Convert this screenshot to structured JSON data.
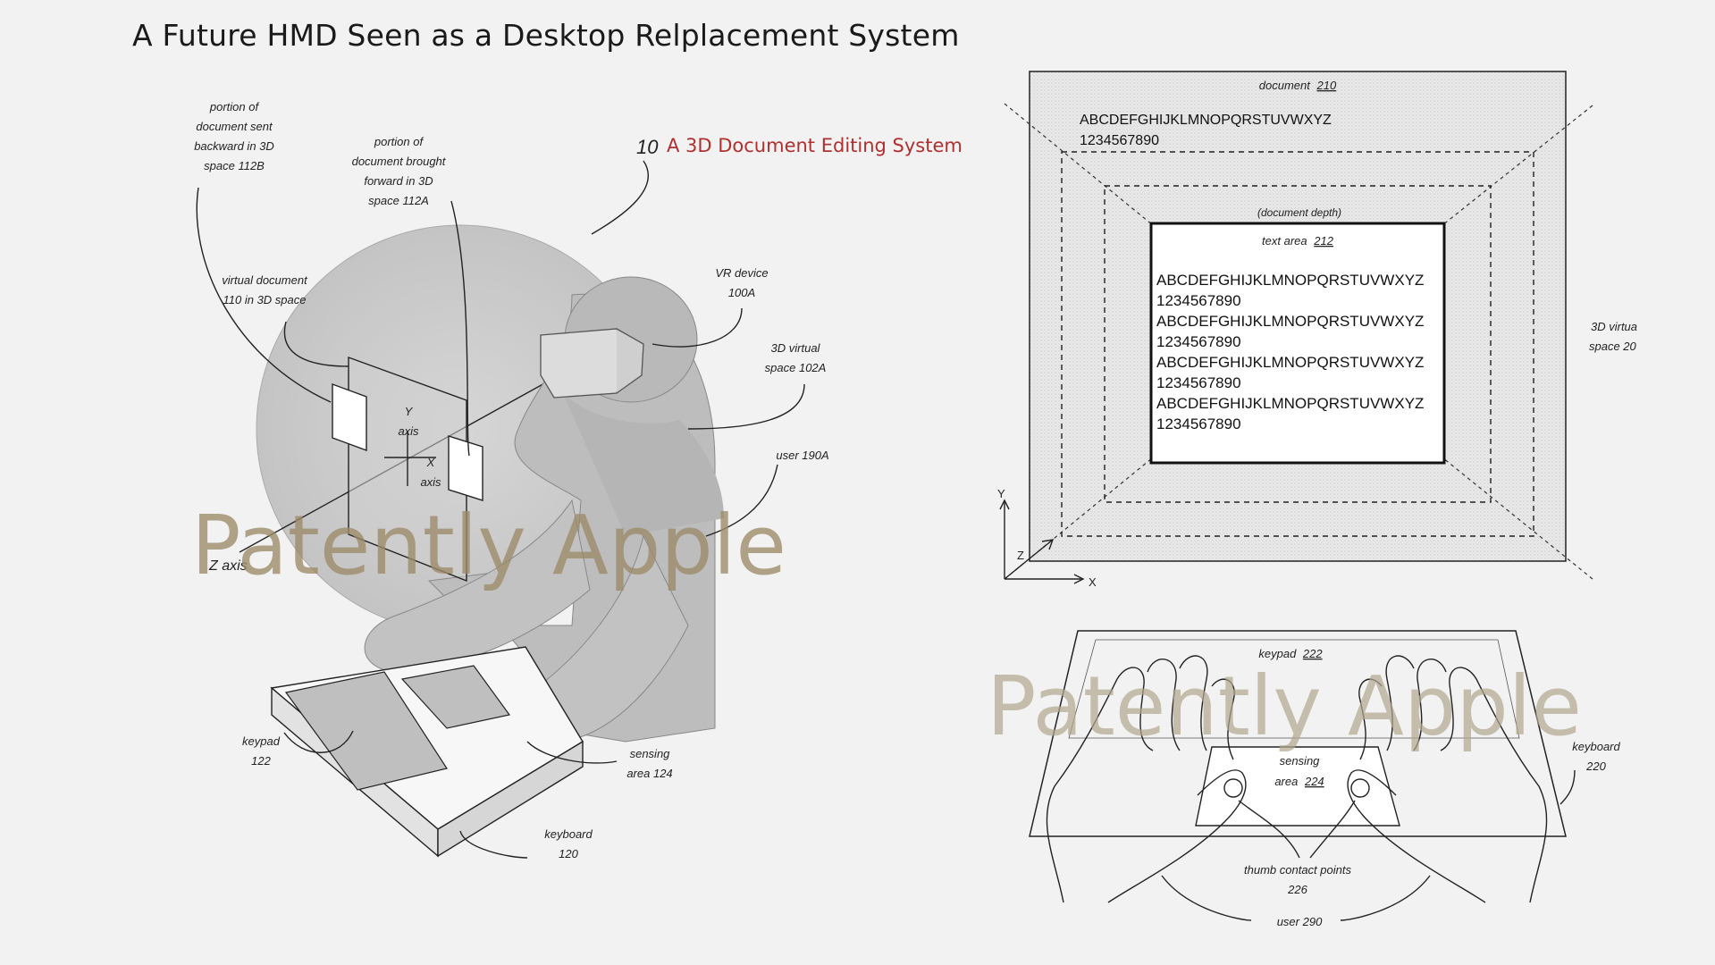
{
  "title": "A Future HMD Seen as a Desktop Relplacement System",
  "left_figure": {
    "ref_number": "10",
    "system_label": "A 3D Document Editing System",
    "labels": {
      "sent_backward": [
        "portion of",
        "document sent",
        "backward in 3D",
        "space 112B"
      ],
      "brought_forward": [
        "portion of",
        "document brought",
        "forward in 3D",
        "space 112A"
      ],
      "virtual_document": [
        "virtual document",
        "110 in 3D space"
      ],
      "vr_device": [
        "VR device",
        "100A"
      ],
      "virtual_space": [
        "3D virtual",
        "space 102A"
      ],
      "user": "user 190A",
      "y_axis": [
        "Y",
        "axis"
      ],
      "x_axis": [
        "X",
        "axis"
      ],
      "z_axis": "Z axis",
      "keypad": [
        "keypad",
        "122"
      ],
      "sensing_area": [
        "sensing",
        "area 124"
      ],
      "keyboard": [
        "keyboard",
        "120"
      ]
    },
    "watermark": "Patently Apple"
  },
  "top_right_figure": {
    "document_label": "document",
    "document_ref": "210",
    "doc_text": [
      "ABCDEFGHIJKLMNOPQRSTUVWXYZ",
      "1234567890"
    ],
    "depth_label": "(document depth)",
    "text_area_label": "text area",
    "text_area_ref": "212",
    "text_area_lines": [
      "ABCDEFGHIJKLMNOPQRSTUVWXYZ",
      "1234567890",
      "ABCDEFGHIJKLMNOPQRSTUVWXYZ",
      "1234567890",
      "ABCDEFGHIJKLMNOPQRSTUVWXYZ",
      "1234567890",
      "ABCDEFGHIJKLMNOPQRSTUVWXYZ",
      "1234567890"
    ],
    "virtual_space": [
      "3D virtua",
      "space 20"
    ],
    "axes": {
      "y": "Y",
      "z": "Z",
      "x": "X"
    }
  },
  "bottom_right_figure": {
    "keypad_label": "keypad",
    "keypad_ref": "222",
    "sensing_label": "sensing",
    "sensing_area_label": "area",
    "sensing_ref": "224",
    "keyboard": [
      "keyboard",
      "220"
    ],
    "thumb_points": [
      "thumb contact points",
      "226"
    ],
    "user": "user 290",
    "watermark": "Patently Apple"
  }
}
